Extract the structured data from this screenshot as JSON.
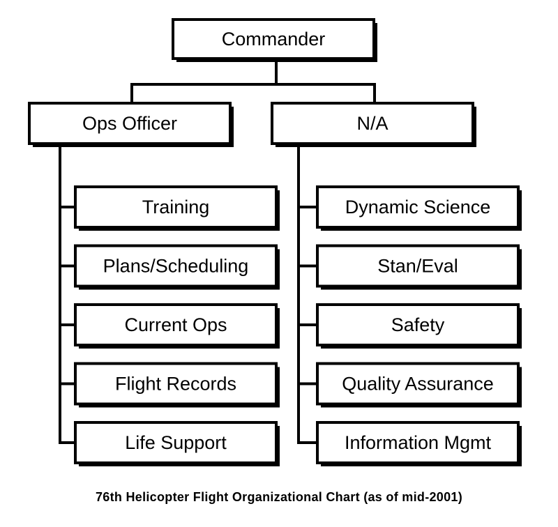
{
  "chart": {
    "root": {
      "label": "Commander"
    },
    "branches": [
      {
        "label": "Ops Officer",
        "children": [
          "Training",
          "Plans/Scheduling",
          "Current Ops",
          "Flight Records",
          "Life Support"
        ]
      },
      {
        "label": "N/A",
        "children": [
          "Dynamic Science",
          "Stan/Eval",
          "Safety",
          "Quality Assurance",
          "Information Mgmt"
        ]
      }
    ],
    "caption": "76th Helicopter Flight Organizational Chart (as of mid-2001)"
  }
}
